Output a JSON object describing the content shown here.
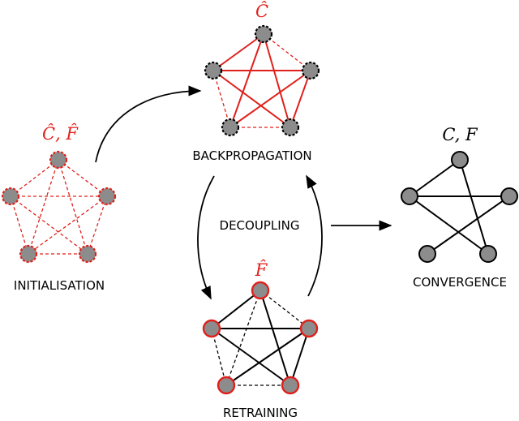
{
  "stages": {
    "initialisation": {
      "label": "INITIALISATION",
      "math": "Ĉ, F̂"
    },
    "backpropagation": {
      "label": "BACKPROPAGATION",
      "math": "Ĉ"
    },
    "retraining": {
      "label": "RETRAINING",
      "math": "F̂"
    },
    "convergence": {
      "label": "CONVERGENCE",
      "math": "C, F"
    }
  },
  "loop_label": "DECOUPLING",
  "colors": {
    "accent_red": "#e0201b",
    "node_gray": "#8c8c8c",
    "ink": "#000000"
  }
}
